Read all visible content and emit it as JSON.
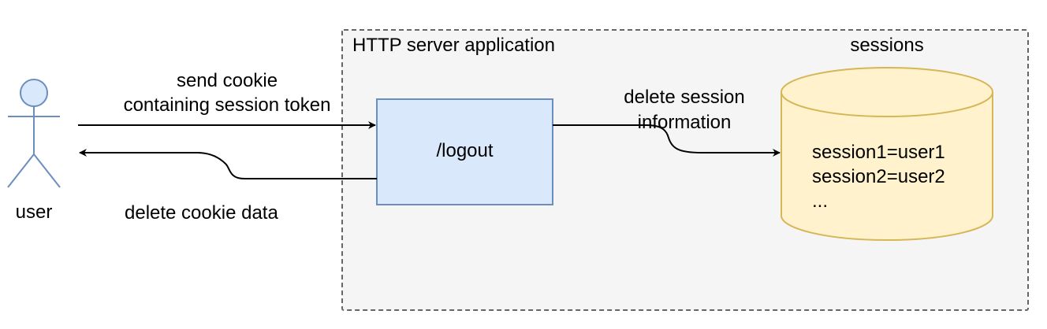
{
  "actor": {
    "label": "user"
  },
  "container": {
    "title": "HTTP server application"
  },
  "endpoint": {
    "label": "/logout"
  },
  "store": {
    "title": "sessions",
    "lines": [
      "session1=user1",
      "session2=user2",
      "..."
    ]
  },
  "edges": {
    "request": "send cookie\ncontaining session token",
    "response": "delete cookie data",
    "delete": "delete session\ninformation"
  },
  "colors": {
    "actor_fill": "#dae8fc",
    "actor_stroke": "#6c8ebf",
    "endpoint_fill": "#dae8fc",
    "endpoint_stroke": "#6c8ebf",
    "store_fill": "#fff2cc",
    "store_stroke": "#d6b656",
    "container_fill": "#f5f5f5",
    "container_stroke": "#666666",
    "edge": "#000000"
  }
}
